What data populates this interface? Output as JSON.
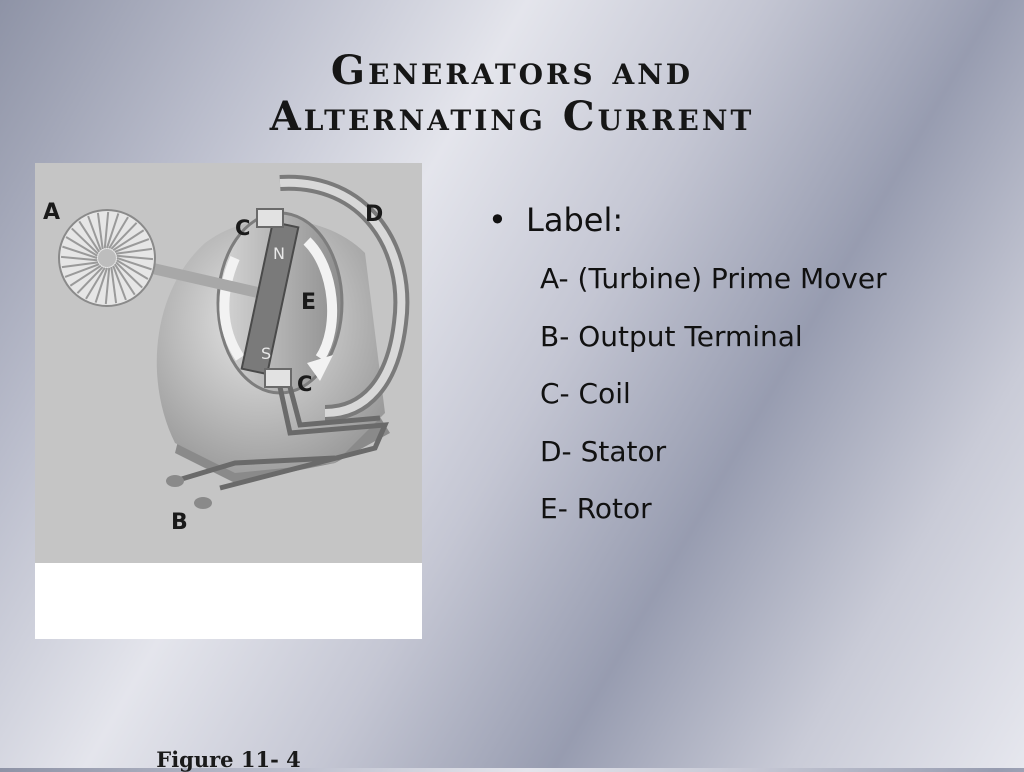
{
  "slide": {
    "title_line1": "Generators and",
    "title_line2": "Alternating Current"
  },
  "figure": {
    "caption": "Figure 11- 4",
    "labels": {
      "a": "A",
      "b": "B",
      "c_top": "C",
      "c_bottom": "C",
      "d": "D",
      "e": "E",
      "n": "N",
      "s": "S"
    }
  },
  "content": {
    "bullet": "•",
    "heading": "Label:",
    "items": [
      "A- (Turbine) Prime Mover",
      "B- Output Terminal",
      "C- Coil",
      "D- Stator",
      "E- Rotor"
    ]
  }
}
